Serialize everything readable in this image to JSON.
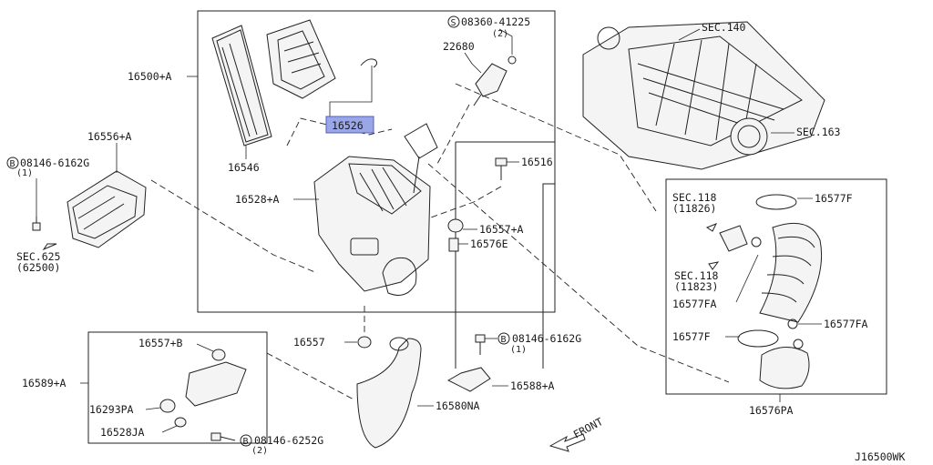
{
  "diagram": {
    "code": "J16500WK",
    "front_label": "FRONT",
    "highlighted_part": "16526",
    "labels": {
      "p16500a": "16500+A",
      "p16526": "16526",
      "p16546": "16546",
      "p16528a": "16528+A",
      "p16556a": "16556+A",
      "bolt1": "08146-6162G",
      "bolt1_qty": "(1)",
      "sec625": "SEC.625",
      "sec625_sub": "(62500)",
      "screw": "08360-41225",
      "screw_qty": "(2)",
      "p22680": "22680",
      "sec140": "SEC.140",
      "sec163": "SEC.163",
      "p16516": "16516",
      "p16557a": "16557+A",
      "p16576e": "16576E",
      "sec118a": "SEC.118",
      "sec118a_sub": "(11826)",
      "sec118b": "SEC.118",
      "sec118b_sub": "(11823)",
      "p16577f_top": "16577F",
      "p16577fa_left": "16577FA",
      "p16577fa_right": "16577FA",
      "p16577f_bottom": "16577F",
      "p16576pa": "16576PA",
      "p16557": "16557",
      "bolt2": "08146-6162G",
      "bolt2_qty": "(1)",
      "p16588a": "16588+A",
      "p16580na": "16580NA",
      "p16557b": "16557+B",
      "p16589a": "16589+A",
      "p16293pa": "16293PA",
      "p16528ja": "16528JA",
      "bolt3": "08146-6252G",
      "bolt3_qty": "(2)"
    }
  }
}
